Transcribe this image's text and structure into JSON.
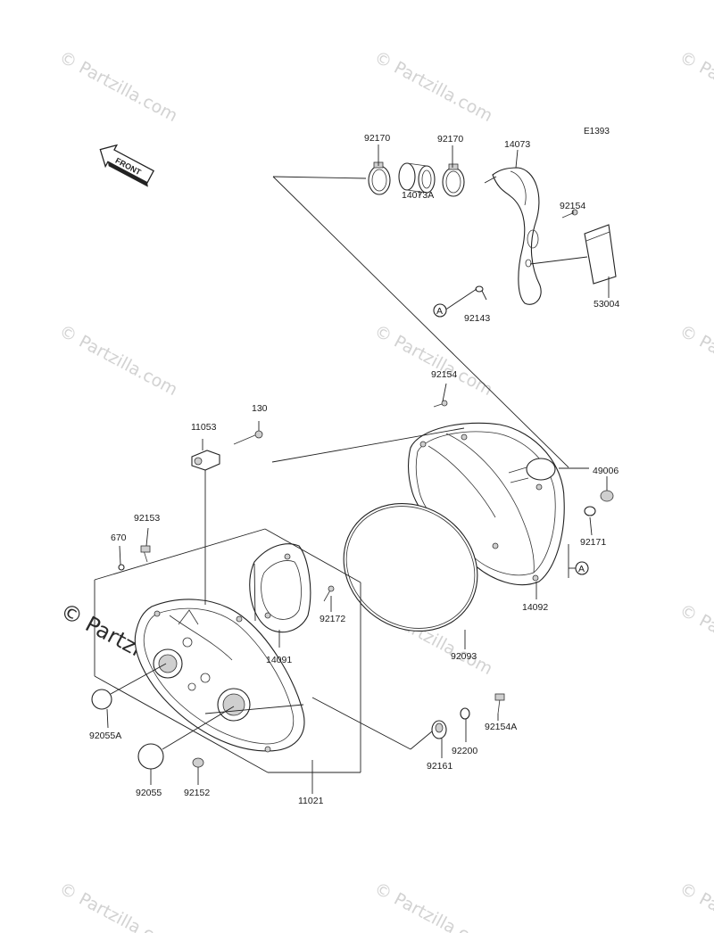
{
  "diagram": {
    "code": "E1393",
    "front_label": "FRONT",
    "ref_marker": "A",
    "parts": [
      {
        "key": "p92170a",
        "label": "92170"
      },
      {
        "key": "p92170b",
        "label": "92170"
      },
      {
        "key": "p14073",
        "label": "14073"
      },
      {
        "key": "p14073A",
        "label": "14073A"
      },
      {
        "key": "p92154a",
        "label": "92154"
      },
      {
        "key": "p53004",
        "label": "53004"
      },
      {
        "key": "p92143",
        "label": "92143"
      },
      {
        "key": "p92154b",
        "label": "92154"
      },
      {
        "key": "p130",
        "label": "130"
      },
      {
        "key": "p11053",
        "label": "11053"
      },
      {
        "key": "p49006",
        "label": "49006"
      },
      {
        "key": "p92171",
        "label": "92171"
      },
      {
        "key": "p92153",
        "label": "92153"
      },
      {
        "key": "p670",
        "label": "670"
      },
      {
        "key": "p14092",
        "label": "14092"
      },
      {
        "key": "p92172",
        "label": "92172"
      },
      {
        "key": "p14091",
        "label": "14091"
      },
      {
        "key": "p92093",
        "label": "92093"
      },
      {
        "key": "p92154A",
        "label": "92154A"
      },
      {
        "key": "p92055A",
        "label": "92055A"
      },
      {
        "key": "p92200",
        "label": "92200"
      },
      {
        "key": "p92161",
        "label": "92161"
      },
      {
        "key": "p92055",
        "label": "92055"
      },
      {
        "key": "p92152",
        "label": "92152"
      },
      {
        "key": "p11021",
        "label": "11021"
      }
    ]
  },
  "watermark": {
    "text": "© Partzilla.com"
  }
}
